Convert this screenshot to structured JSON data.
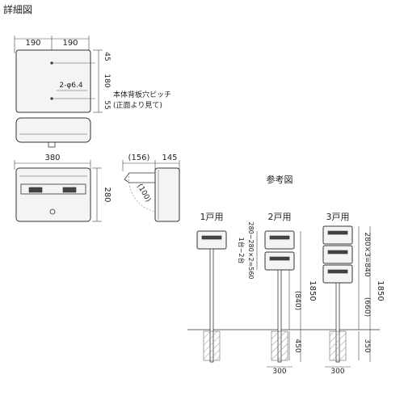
{
  "title": "詳細図",
  "back_view": {
    "dim_top_left": "190",
    "dim_top_right": "190",
    "dim_r1": "45",
    "dim_r2": "180",
    "dim_r3": "55",
    "hole_label": "2-φ6.4",
    "note_line1": "本体背板穴ピッチ",
    "note_line2": "(正面より見て)"
  },
  "front_view": {
    "width_dim": "380",
    "height_dim": "280"
  },
  "side_view": {
    "dim_left": "(156)",
    "dim_right": "145",
    "open_dim": "(100)"
  },
  "reference": {
    "title": "参考図",
    "label_1": "1戸用",
    "label_2": "2戸用",
    "label_3": "3戸用",
    "two_pitch": "1台~2台",
    "two_pitch2": "280~280×2=560",
    "three_pitch": "280×3=840",
    "total_height": "1850",
    "above_ground_2": "(840)",
    "above_ground_3": "(660)",
    "buried_2": "450",
    "buried_3": "350",
    "base_width_2": "300",
    "base_width_3": "300"
  }
}
